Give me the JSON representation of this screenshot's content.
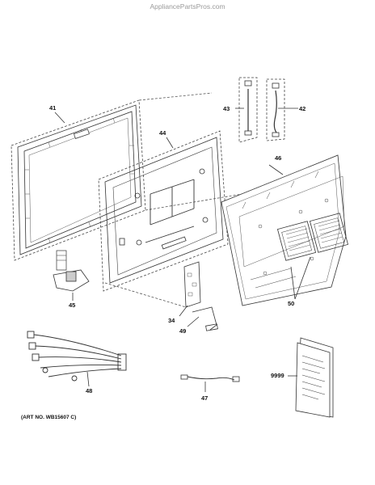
{
  "header": {
    "watermark": "AppliancePartsPros.com"
  },
  "parts": [
    {
      "number": "41",
      "name": "front-frame"
    },
    {
      "number": "44",
      "name": "lcd-panel"
    },
    {
      "number": "43",
      "name": "wire-harness-43"
    },
    {
      "number": "42",
      "name": "wire-harness-42"
    },
    {
      "number": "46",
      "name": "back-cover"
    },
    {
      "number": "45",
      "name": "stand-bracket"
    },
    {
      "number": "34",
      "name": "control-board"
    },
    {
      "number": "49",
      "name": "ribbon-cable"
    },
    {
      "number": "50",
      "name": "fans"
    },
    {
      "number": "48",
      "name": "main-harness"
    },
    {
      "number": "47",
      "name": "cable"
    },
    {
      "number": "9999",
      "name": "manual"
    }
  ],
  "footer": {
    "art_number": "(ART NO. WB15607 C)"
  }
}
